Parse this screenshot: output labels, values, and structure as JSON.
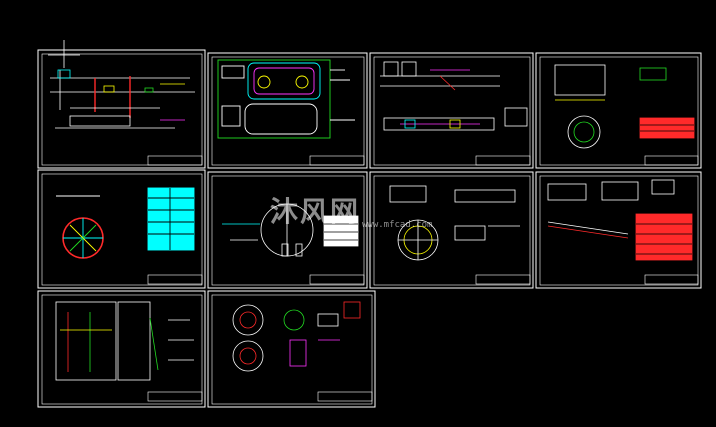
{
  "app": {
    "background": "#000000"
  },
  "watermark": {
    "text": "沐风网",
    "url": "www.mfcad.com"
  },
  "colors": {
    "frame": "#ffffff",
    "red": "#ff2a2a",
    "green": "#22dd22",
    "cyan": "#00ffff",
    "yellow": "#ffff00",
    "magenta": "#ff33ff",
    "blue": "#3355ff"
  },
  "sheets": [
    {
      "row": 1,
      "col": 1,
      "content": "process-flow-section"
    },
    {
      "row": 1,
      "col": 2,
      "content": "site-plan"
    },
    {
      "row": 1,
      "col": 3,
      "content": "profile-section"
    },
    {
      "row": 1,
      "col": 4,
      "content": "tank-plan-and-table"
    },
    {
      "row": 2,
      "col": 1,
      "content": "circular-plan-and-table"
    },
    {
      "row": 2,
      "col": 2,
      "content": "circular-tank-details"
    },
    {
      "row": 2,
      "col": 3,
      "content": "circular-tank-section"
    },
    {
      "row": 2,
      "col": 4,
      "content": "section-details-table"
    },
    {
      "row": 3,
      "col": 1,
      "content": "wall-section"
    },
    {
      "row": 3,
      "col": 2,
      "content": "equipment-details"
    }
  ]
}
